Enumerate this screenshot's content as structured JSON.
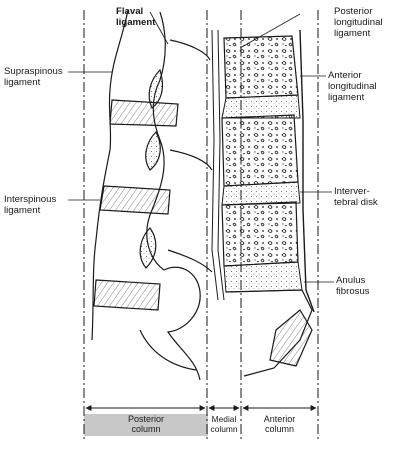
{
  "labels": {
    "flaval": "Flaval\nligament",
    "supraspinous": "Supraspinous\nligament",
    "interspinous": "Interspinous\nligament",
    "posterior_longitudinal": "Posterior\nlongitudinal\nligament",
    "anterior_longitudinal": "Anterior\nlongitudinal\nligament",
    "intervertebral_disk": "Interver-\ntebral disk",
    "anulus_fibrosus": "Anulus\nfibrosus"
  },
  "columns": {
    "posterior": "Posterior\ncolumn",
    "medial": "Medial\ncolumn",
    "anterior": "Anterior\ncolumn"
  },
  "colors": {
    "line": "#1a1a1a",
    "posterior_column_fill": "#c8c8c8"
  }
}
